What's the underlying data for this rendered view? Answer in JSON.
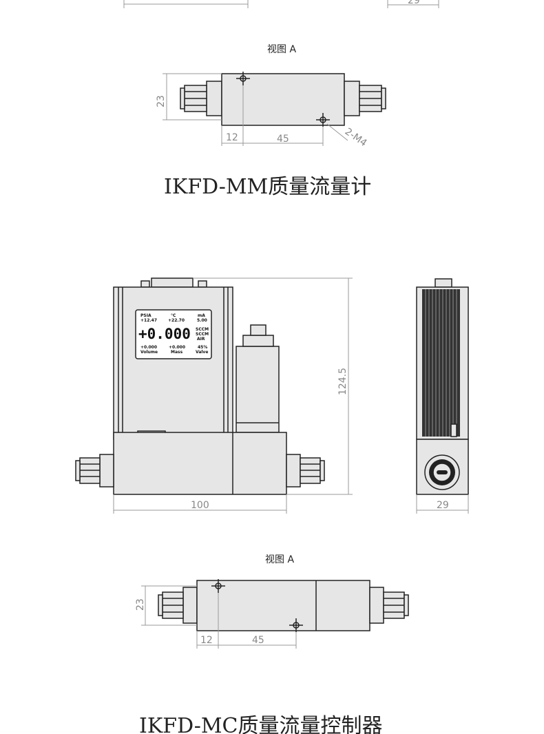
{
  "top_section": {
    "view_label": "视图 A",
    "dim_height": "23",
    "dim_12": "12",
    "dim_45": "45",
    "hole_callout": "2-M4",
    "partial_dim_right": "29",
    "title": "IKFD-MM质量流量计"
  },
  "front_view": {
    "screen": {
      "tl_label": "PSIA",
      "tl_value": "+12.47",
      "tc_label": "°C",
      "tc_value": "+22.70",
      "tr_label": "mA",
      "tr_value": "5.00",
      "main_value": "+0.000",
      "side_1": "SCCM",
      "side_2": "SCCM",
      "side_3": "AIR",
      "bl_value": "+0.000",
      "bl_label": "Volume",
      "bc_value": "+0.000",
      "bc_label": "Mass",
      "br_value": "45%",
      "br_label": "Valve"
    },
    "dim_width": "100",
    "dim_height": "124.5"
  },
  "side_view": {
    "dim_width": "29"
  },
  "bottom_section": {
    "view_label": "视图 A",
    "dim_height": "23",
    "dim_12": "12",
    "dim_45": "45",
    "title": "IKFD-MC质量流量控制器"
  }
}
